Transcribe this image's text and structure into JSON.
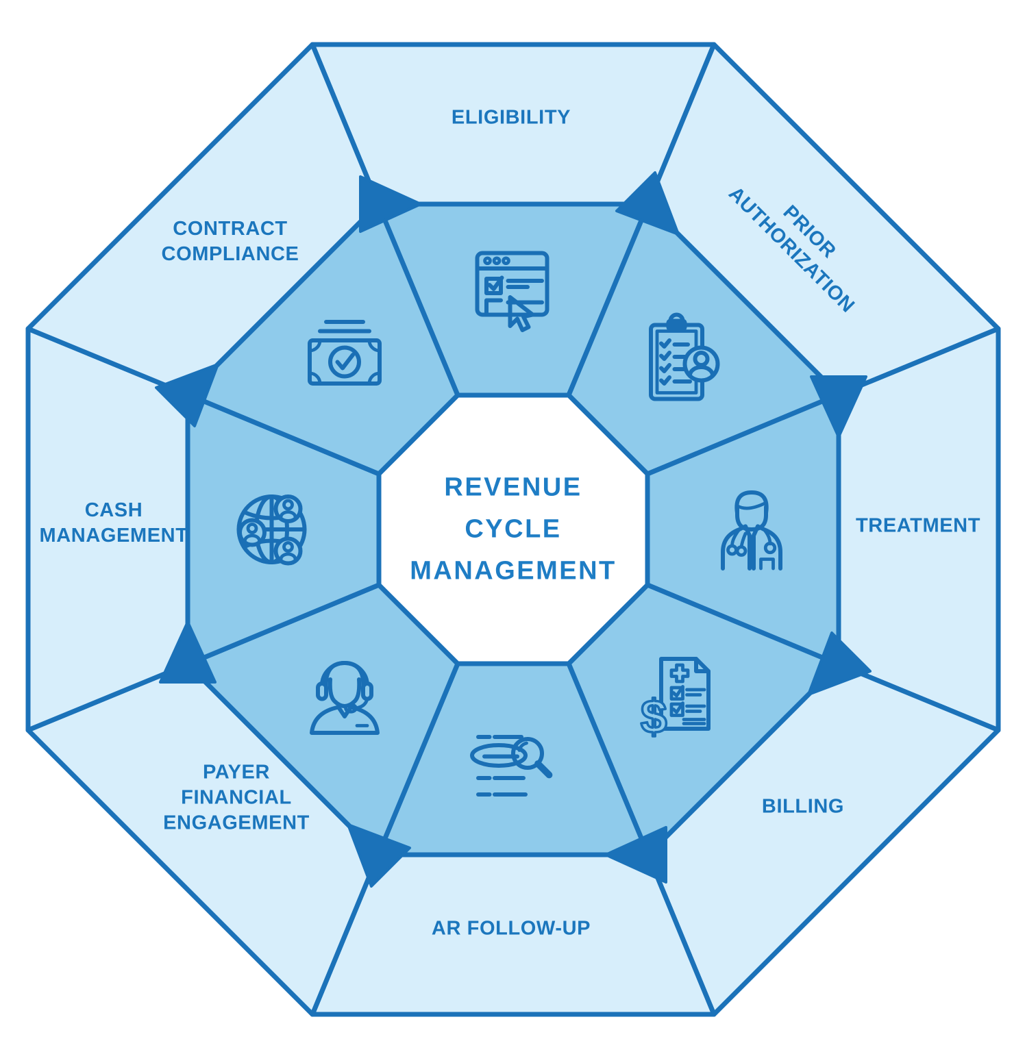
{
  "title": {
    "lines": [
      "REVENUE",
      "CYCLE",
      "MANAGEMENT"
    ]
  },
  "segments": [
    {
      "id": "eligibility",
      "label_lines": [
        "ELIGIBILITY"
      ],
      "icon": "online-checklist-icon"
    },
    {
      "id": "prior-authorization",
      "label_lines": [
        "PRIOR",
        "AUTHORIZATION"
      ],
      "icon": "patient-clipboard-icon",
      "label_rotated_45deg": true
    },
    {
      "id": "treatment",
      "label_lines": [
        "TREATMENT"
      ],
      "icon": "doctor-icon"
    },
    {
      "id": "billing",
      "label_lines": [
        "BILLING"
      ],
      "icon": "medical-bill-icon"
    },
    {
      "id": "ar-follow-up",
      "label_lines": [
        "AR FOLLOW-UP"
      ],
      "icon": "search-records-icon"
    },
    {
      "id": "payer-financial-engagement",
      "label_lines": [
        "PAYER",
        "FINANCIAL",
        "ENGAGEMENT"
      ],
      "icon": "support-agent-icon"
    },
    {
      "id": "cash-management",
      "label_lines": [
        "CASH",
        "MANAGEMENT"
      ],
      "icon": "global-network-icon"
    },
    {
      "id": "contract-compliance",
      "label_lines": [
        "CONTRACT",
        "COMPLIANCE"
      ],
      "icon": "verified-payment-icon"
    }
  ],
  "cycle_direction": "clockwise",
  "palette": {
    "background": "#ffffff",
    "outer_ring_fill": "#d7eefb",
    "inner_ring_fill": "#8fcbeb",
    "line": "#1b72b9",
    "label_text": "#1b76bd",
    "title_text": "#1e7dc5",
    "icon_stroke": "#1a6fb5"
  }
}
